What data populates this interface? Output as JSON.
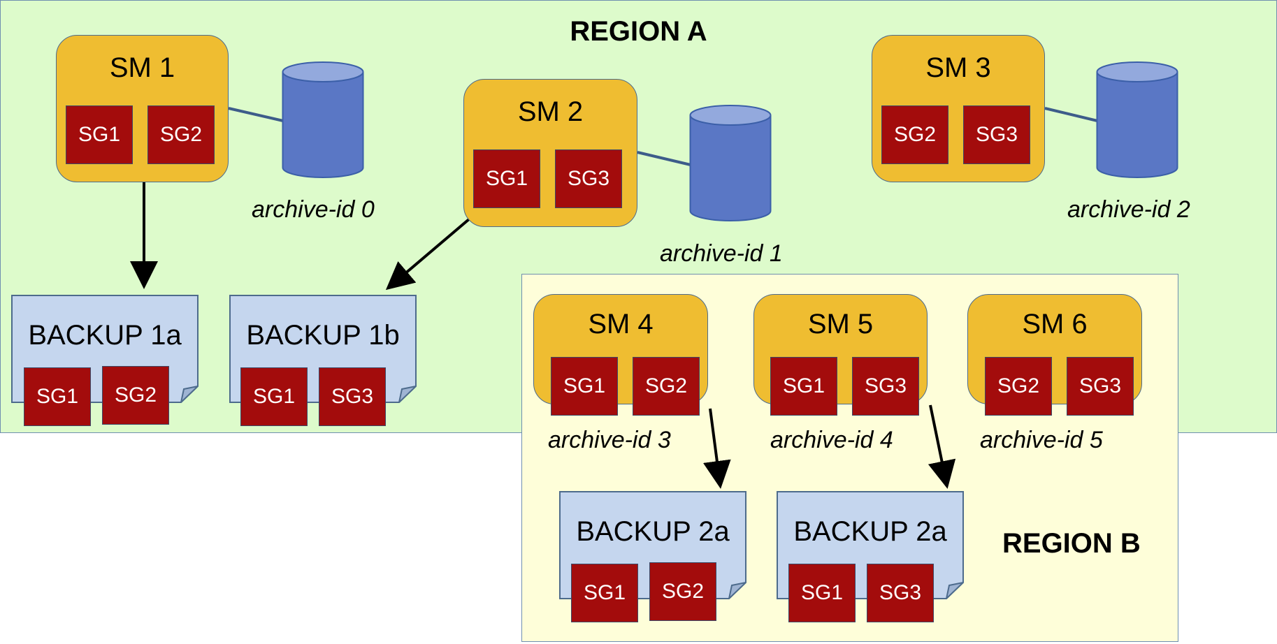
{
  "regions": {
    "a": {
      "title": "REGION A"
    },
    "b": {
      "title": "REGION B"
    }
  },
  "managers": [
    {
      "title": "SM 1",
      "groups": [
        "SG1",
        "SG2"
      ]
    },
    {
      "title": "SM 2",
      "groups": [
        "SG1",
        "SG3"
      ]
    },
    {
      "title": "SM 3",
      "groups": [
        "SG2",
        "SG3"
      ]
    },
    {
      "title": "SM 4",
      "groups": [
        "SG1",
        "SG2"
      ]
    },
    {
      "title": "SM 5",
      "groups": [
        "SG1",
        "SG3"
      ]
    },
    {
      "title": "SM 6",
      "groups": [
        "SG2",
        "SG3"
      ]
    }
  ],
  "archives": [
    "archive-id 0",
    "archive-id 1",
    "archive-id 2",
    "archive-id 3",
    "archive-id 4",
    "archive-id 5"
  ],
  "backups": [
    {
      "title": "BACKUP 1a",
      "groups": [
        "SG1",
        "SG2"
      ]
    },
    {
      "title": "BACKUP 1b",
      "groups": [
        "SG1",
        "SG3"
      ]
    },
    {
      "title": "BACKUP 2a",
      "groups": [
        "SG1",
        "SG2"
      ]
    },
    {
      "title": "BACKUP 2a",
      "groups": [
        "SG1",
        "SG3"
      ]
    }
  ],
  "colors": {
    "region_a_fill": "#ddfbcb",
    "region_b_fill": "#fefed9",
    "manager_fill": "#efbd31",
    "storage_group_fill": "#a30c0c",
    "backup_fill": "#c5d6ee",
    "archive_fill": "#5a77c5",
    "archive_top": "#93a9dd",
    "link_line": "#3d5c8a"
  }
}
